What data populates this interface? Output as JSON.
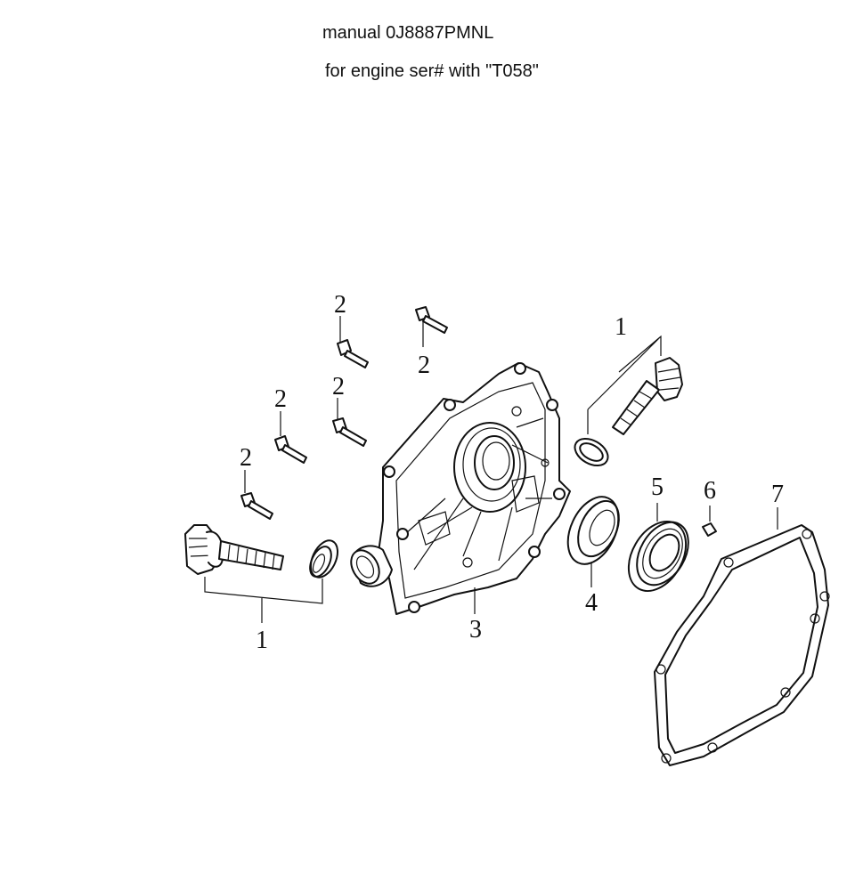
{
  "header": {
    "line1": "manual 0J8887PMNL",
    "line2": "for engine ser# with \"T058\""
  },
  "callouts": {
    "c1_left": "1",
    "c1_right": "1",
    "c2_a": "2",
    "c2_b": "2",
    "c2_c": "2",
    "c2_d": "2",
    "c2_e": "2",
    "c3": "3",
    "c4": "4",
    "c5": "5",
    "c6": "6",
    "c7": "7"
  }
}
